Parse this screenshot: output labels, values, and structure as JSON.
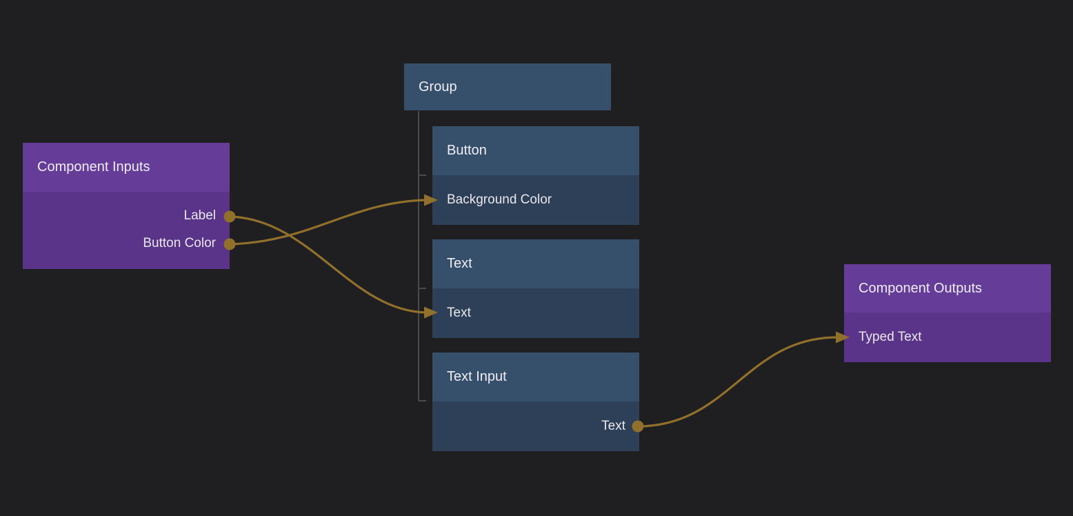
{
  "editor": {
    "background_color": "#1f1f21",
    "wire_color": "#91702c",
    "tree_connector_color": "#4a4a4c",
    "purple_header_color": "#663c99",
    "purple_body_color": "#5a3488",
    "blue_header_color": "#364f6b",
    "blue_body_color": "#2e4057"
  },
  "nodes": {
    "component_inputs": {
      "title": "Component Inputs",
      "outputs": [
        "Label",
        "Button Color"
      ]
    },
    "group": {
      "title": "Group"
    },
    "button": {
      "title": "Button",
      "inputs": [
        "Background Color"
      ]
    },
    "text": {
      "title": "Text",
      "inputs": [
        "Text"
      ]
    },
    "text_input": {
      "title": "Text Input",
      "outputs": [
        "Text"
      ]
    },
    "component_outputs": {
      "title": "Component Outputs",
      "inputs": [
        "Typed Text"
      ]
    }
  },
  "hierarchy": {
    "group_children": [
      "Button",
      "Text",
      "Text Input"
    ]
  },
  "connections": [
    {
      "from": "Component Inputs.Label",
      "to": "Text.Text"
    },
    {
      "from": "Component Inputs.Button Color",
      "to": "Button.Background Color"
    },
    {
      "from": "Text Input.Text",
      "to": "Component Outputs.Typed Text"
    }
  ]
}
